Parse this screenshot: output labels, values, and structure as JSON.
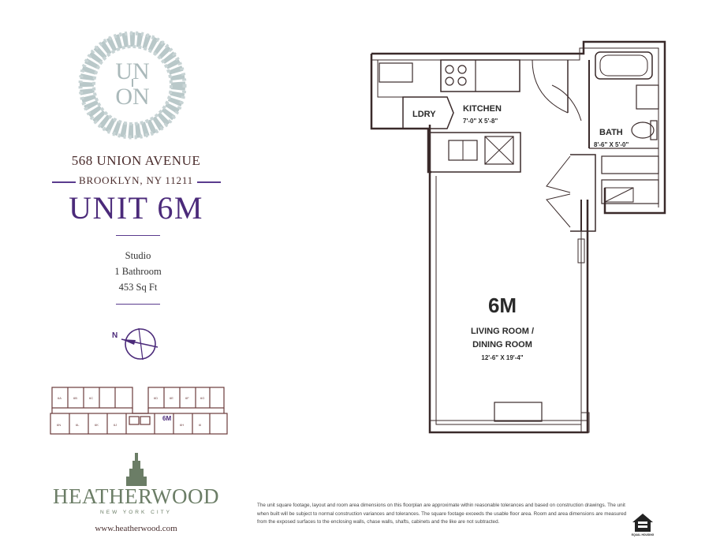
{
  "logo": {
    "text": "UNION"
  },
  "building": {
    "address": "568 UNION AVENUE",
    "city": "BROOKLYN, NY 11211"
  },
  "unit": {
    "title": "UNIT 6M",
    "type": "Studio",
    "bath": "1 Bathroom",
    "area": "453 Sq Ft"
  },
  "compass": {
    "label": "N"
  },
  "keyplan": {
    "highlight": "6M",
    "top_units": [
      "6A",
      "6B",
      "6C",
      "6D",
      "6E",
      "6F",
      "6G"
    ],
    "bottom_units": [
      "6N",
      "6L",
      "6K",
      "6J",
      "6M",
      "6H",
      "6I"
    ]
  },
  "plan": {
    "laundry": "LDRY",
    "kitchen": "KITCHEN",
    "kitchen_dim": "7'-0\" X 5'-8\"",
    "bath": "BATH",
    "bath_dim": "8'-6\" X 5'-0\"",
    "unit_label": "6M",
    "room_line1": "LIVING ROOM /",
    "room_line2": "DINING ROOM",
    "room_dim": "12'-6\" X 19'-4\""
  },
  "developer": {
    "name": "HEATHERWOOD",
    "tagline": "NEW YORK CITY",
    "website": "www.heatherwood.com"
  },
  "disclaimer": "The unit square footage, layout and room area dimensions on this floorplan are approximate within reasonable tolerances and based on construction drawings. The unit when built will be subject to normal construction variances and tolerances. The square footage exceeds the usable floor area. Room and area dimensions are measured from the exposed surfaces to the enclosing walls, chase walls, shafts, cabinets and the like are not subtracted.",
  "eho_label": "EQUAL HOUSING"
}
